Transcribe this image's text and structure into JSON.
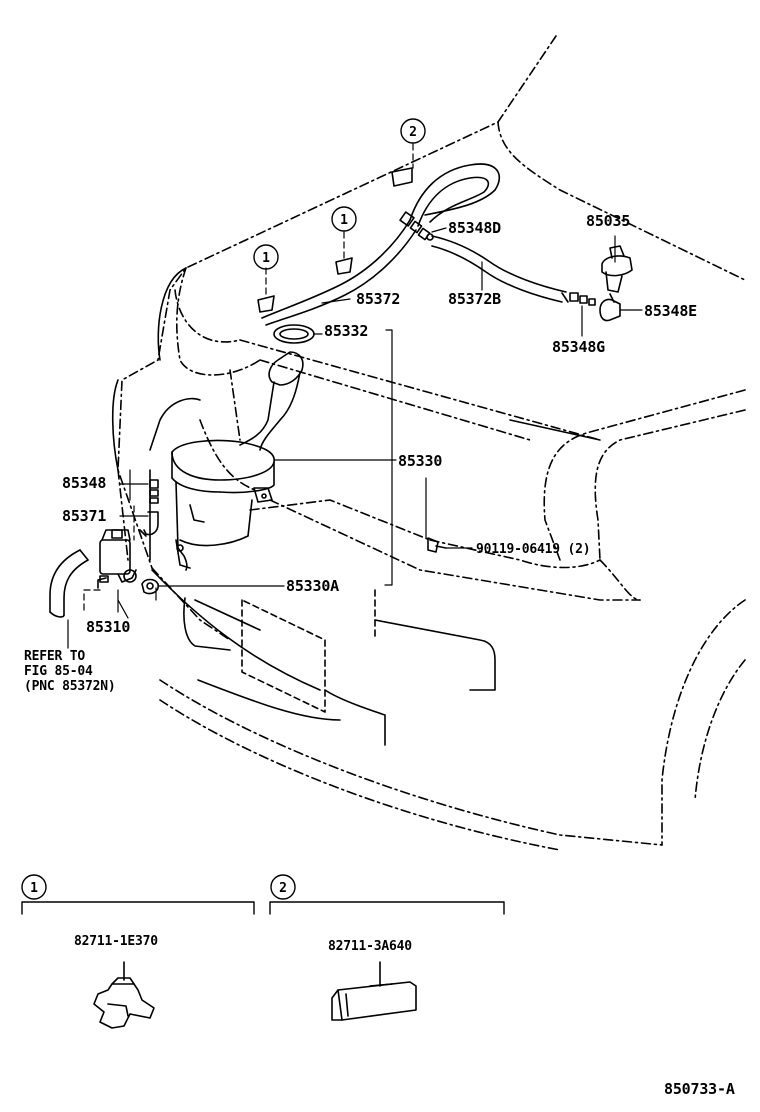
{
  "diagram": {
    "figure_id": "850733-A",
    "parts": {
      "p85348D": "85348D",
      "p85035": "85035",
      "p85372": "85372",
      "p85372B": "85372B",
      "p85348E": "85348E",
      "p85332": "85332",
      "p85348G": "85348G",
      "p85330": "85330",
      "p85348": "85348",
      "p85371": "85371",
      "p90119": "90119-06419 (2)",
      "p85330A": "85330A",
      "p85310": "85310"
    },
    "refer_note": {
      "line1": "REFER TO",
      "line2": "FIG 85-04",
      "line3": "(PNC 85372N)"
    },
    "callouts": {
      "c1": "1",
      "c2": "2"
    },
    "details": {
      "detail1": {
        "num": "1",
        "part": "82711-1E370"
      },
      "detail2": {
        "num": "2",
        "part": "82711-3A640"
      }
    }
  }
}
